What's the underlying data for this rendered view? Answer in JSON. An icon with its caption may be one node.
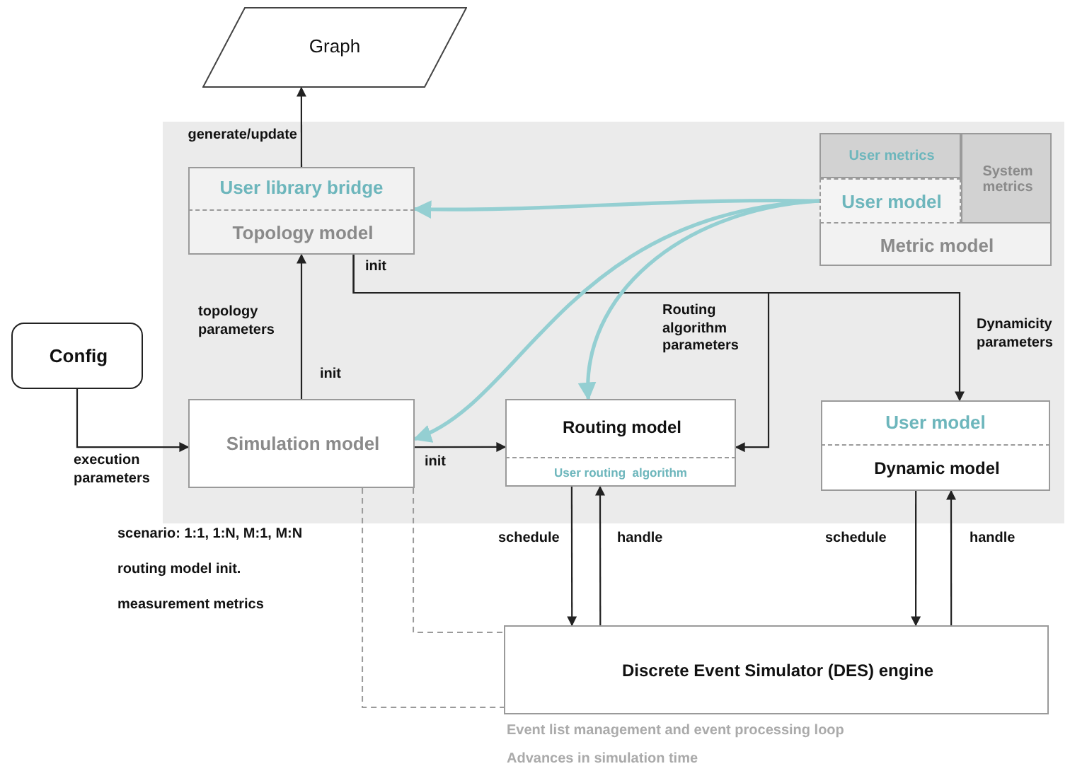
{
  "diagram": {
    "nodes": [
      {
        "text": [
          "Graph"
        ]
      },
      {
        "text": [
          "Topology model"
        ]
      },
      {
        "text": [
          "User library bridge"
        ],
        "in": 1
      },
      {
        "text": [
          "Metric model"
        ]
      },
      {
        "text": [
          "User metrics"
        ],
        "in": 3
      },
      {
        "text": [
          "User model"
        ],
        "in": 3
      },
      {
        "text": [
          "System metrics"
        ],
        "in": 3
      },
      {
        "text": [
          "Config"
        ]
      },
      {
        "text": [
          "Simulation model"
        ]
      },
      {
        "text": [
          "Routing model"
        ]
      },
      {
        "text": [
          "User routing  algorithm"
        ],
        "in": 9
      },
      {
        "text": [
          "Dynamic model"
        ]
      },
      {
        "text": [
          "User model"
        ],
        "in": 11
      },
      {
        "text": [
          "Discrete Event Simulator (DES) engine"
        ],
        "beside": [
          "Event list management and event processing loop",
          "Advances in simulation time"
        ]
      }
    ],
    "edges": [
      {
        "from": 1,
        "to": 0,
        "arrow": "to",
        "label": "generate/update"
      },
      {
        "from": 8,
        "to": 1,
        "arrow": "to",
        "label": "init"
      },
      {
        "from": 7,
        "to": 8,
        "arrow": "to",
        "label": "execution parameters"
      },
      {
        "from": 8,
        "to": 9,
        "arrow": "to",
        "label": "init"
      },
      {
        "from": 1,
        "to": 9,
        "arrow": "to",
        "label": "Routing algorithm parameters"
      },
      {
        "from": 1,
        "to": 11,
        "arrow": "to",
        "label": "Dynamicity parameters"
      },
      {
        "from": 5,
        "to": 1,
        "arrow": "to",
        "style": "thick",
        "color": "#94cfd2"
      },
      {
        "from": 5,
        "to": 8,
        "arrow": "to",
        "style": "thick",
        "color": "#94cfd2"
      },
      {
        "from": 5,
        "to": 9,
        "arrow": "to",
        "style": "thick",
        "color": "#94cfd2"
      },
      {
        "from": 9,
        "to": 13,
        "arrow": "to",
        "label": "schedule"
      },
      {
        "from": 13,
        "to": 9,
        "arrow": "to",
        "label": "handle"
      },
      {
        "from": 11,
        "to": 13,
        "arrow": "to",
        "label": "schedule"
      },
      {
        "from": 13,
        "to": 11,
        "arrow": "to",
        "label": "handle"
      },
      {
        "from": 8,
        "to": 13,
        "arrow": "none",
        "style": "dashed",
        "color": "#9a9a9a"
      },
      {
        "from": 8,
        "to": 13,
        "arrow": "none",
        "style": "dashed",
        "color": "#9a9a9a"
      }
    ],
    "labels": [
      "init",
      "topology parameters",
      "scenario: 1:1, 1:N, M:1, M:N",
      "routing model init.",
      "measurement metrics"
    ]
  }
}
